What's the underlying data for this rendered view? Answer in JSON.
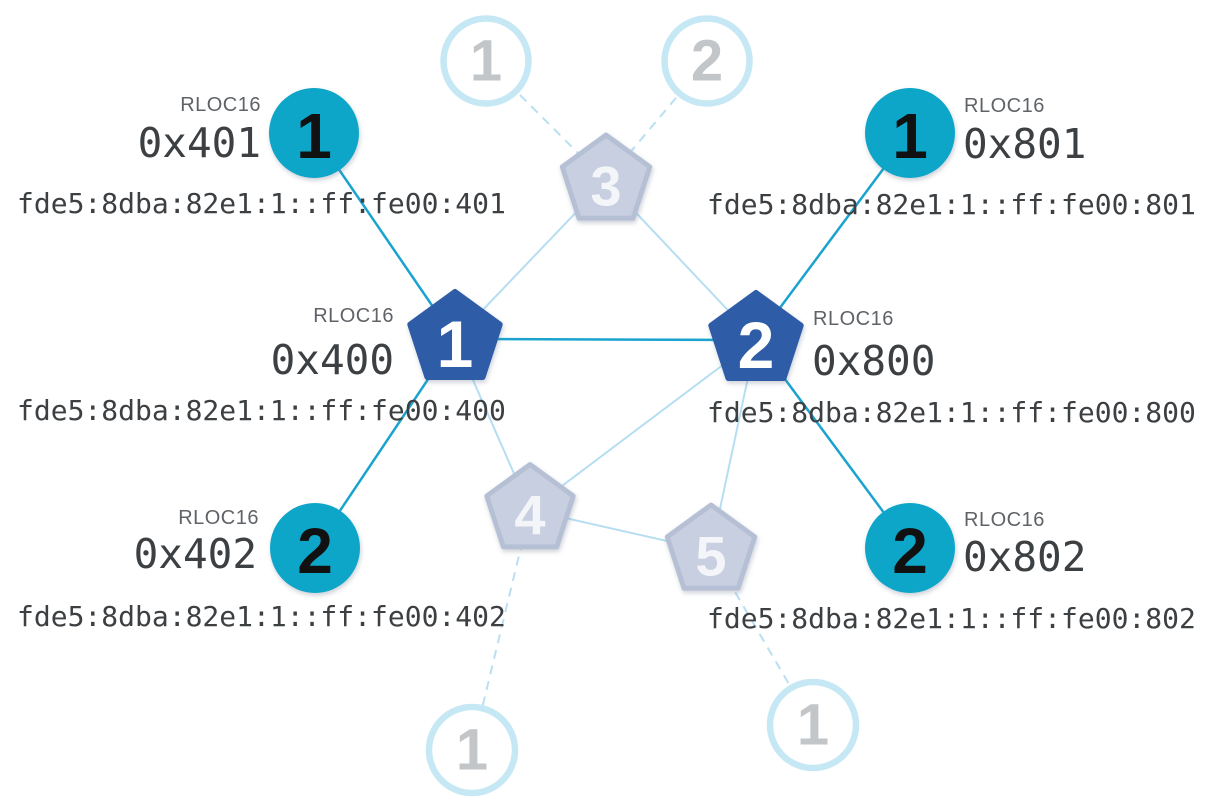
{
  "diagram": {
    "kind": "thread-mesh-network-topology",
    "colors": {
      "active_child_fill": "#0aa6c8",
      "active_router_fill": "#2e5ca6",
      "faded_router_fill": "#c7cfe0",
      "faded_router_border": "#b6c0d5",
      "faded_child_ring": "#c5e8f4",
      "link_active": "#1aa3cf",
      "link_idle": "#b6def2",
      "text_dark": "#3c4043",
      "text_gray": "#5f6368",
      "ghost_number_gray": "#c3c6c9"
    },
    "routers": {
      "r1": {
        "num": "1",
        "rloc_label": "RLOC16",
        "rloc": "0x400",
        "address": "fde5:8dba:82e1:1::ff:fe00:400"
      },
      "r2": {
        "num": "2",
        "rloc_label": "RLOC16",
        "rloc": "0x800",
        "address": "fde5:8dba:82e1:1::ff:fe00:800"
      },
      "r3": {
        "num": "3"
      },
      "r4": {
        "num": "4"
      },
      "r5": {
        "num": "5"
      }
    },
    "children": {
      "c401": {
        "num": "1",
        "rloc_label": "RLOC16",
        "rloc": "0x401",
        "address": "fde5:8dba:82e1:1::ff:fe00:401"
      },
      "c402": {
        "num": "2",
        "rloc_label": "RLOC16",
        "rloc": "0x402",
        "address": "fde5:8dba:82e1:1::ff:fe00:402"
      },
      "c801": {
        "num": "1",
        "rloc_label": "RLOC16",
        "rloc": "0x801",
        "address": "fde5:8dba:82e1:1::ff:fe00:801"
      },
      "c802": {
        "num": "2",
        "rloc_label": "RLOC16",
        "rloc": "0x802",
        "address": "fde5:8dba:82e1:1::ff:fe00:802"
      }
    },
    "ghosts": {
      "top1": {
        "num": "1"
      },
      "top2": {
        "num": "2"
      },
      "bottom_left": {
        "num": "1"
      },
      "bottom_right": {
        "num": "1"
      }
    }
  }
}
